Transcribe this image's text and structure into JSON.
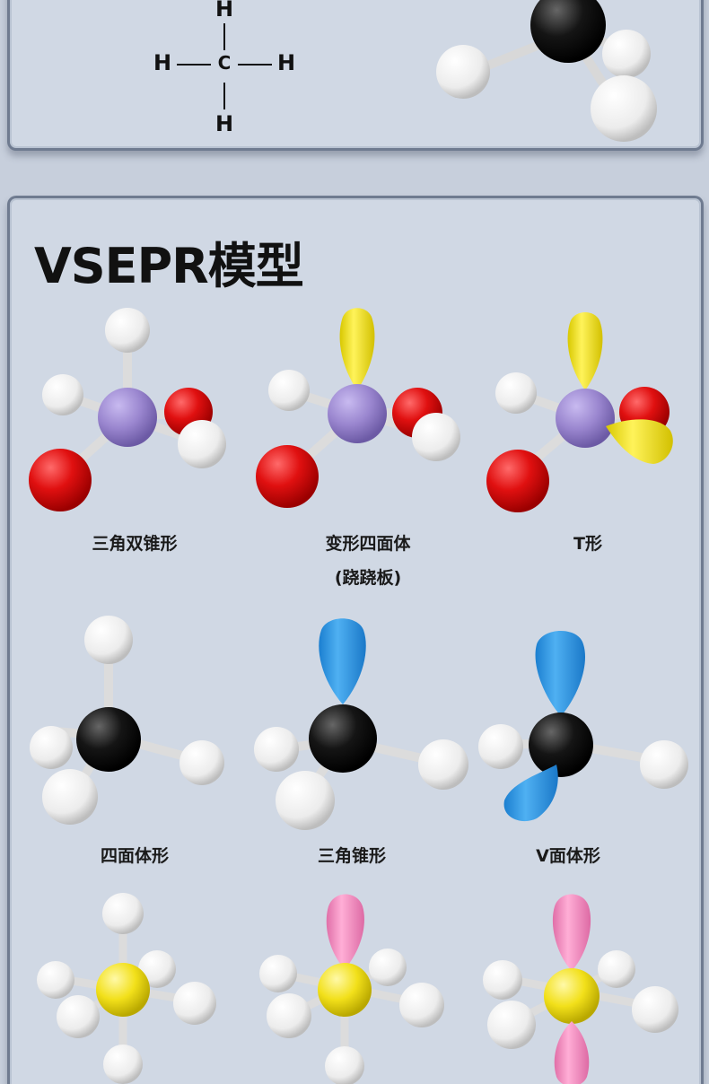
{
  "lewis": {
    "center": "C",
    "h_top": "H",
    "h_left": "H",
    "h_right": "H",
    "h_bottom": "H"
  },
  "section": {
    "title": "VSEPR模型"
  },
  "models": [
    {
      "label": "三角双锥形",
      "sublabel": ""
    },
    {
      "label": "变形四面体",
      "sublabel": "(跷跷板)"
    },
    {
      "label": "T形",
      "sublabel": ""
    },
    {
      "label": "四面体形",
      "sublabel": ""
    },
    {
      "label": "三角锥形",
      "sublabel": ""
    },
    {
      "label": "V面体形",
      "sublabel": ""
    }
  ],
  "colors": {
    "white_atom": "#f2f2f2",
    "red_atom": "#e01010",
    "purple_atom": "#9a86cf",
    "black_atom": "#111111",
    "yellow_atom": "#f2e01a",
    "blue_lobe": "#2e98e6",
    "pink_lobe": "#f08cbf",
    "bond": "#dcdcdc"
  }
}
